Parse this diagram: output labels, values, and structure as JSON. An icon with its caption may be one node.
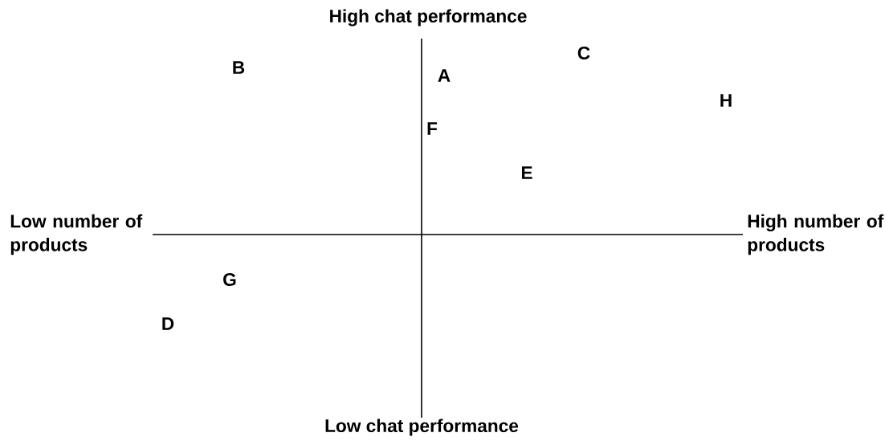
{
  "diagram": {
    "labels": [
      "High chat performance",
      "C",
      "B",
      "A",
      "H",
      "F",
      "E",
      "Low number of products",
      "High number of products",
      "G",
      "D",
      "Low chat performance"
    ]
  }
}
